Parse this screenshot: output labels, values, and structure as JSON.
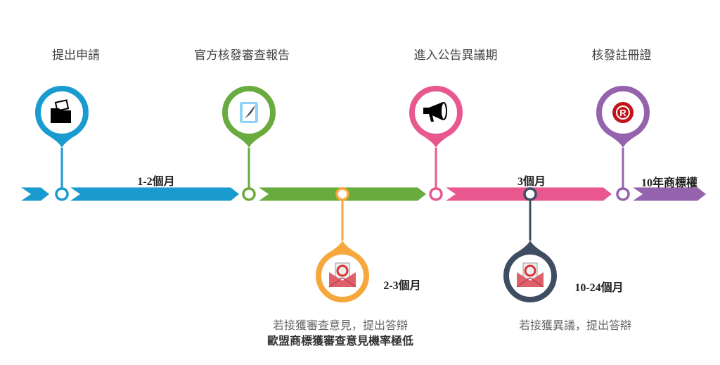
{
  "steps": [
    {
      "title": "提出申請",
      "color": "#1a9bcf",
      "icon": "folder-icon"
    },
    {
      "title": "官方核發審查報告",
      "color": "#6aab3f",
      "icon": "document-quill-icon"
    },
    {
      "title": "進入公告異議期",
      "color": "#e8588f",
      "icon": "megaphone-icon"
    },
    {
      "title": "核發註冊證",
      "color": "#9563ad",
      "icon": "registered-trademark-icon"
    }
  ],
  "branches": [
    {
      "duration": "2-3個月",
      "color": "#f6a83c",
      "icon": "rejected-mail-icon",
      "note1": "若接獲審查意見，提出答辯",
      "note2": "歐盟商標獲審查意見機率極低"
    },
    {
      "duration": "10-24個月",
      "color": "#3f4d63",
      "icon": "rejected-mail-icon",
      "note1": "若接獲異議，提出答辯"
    }
  ],
  "durations": {
    "first": "1-2個月",
    "opposition": "3個月",
    "validity": "10年商標權"
  }
}
